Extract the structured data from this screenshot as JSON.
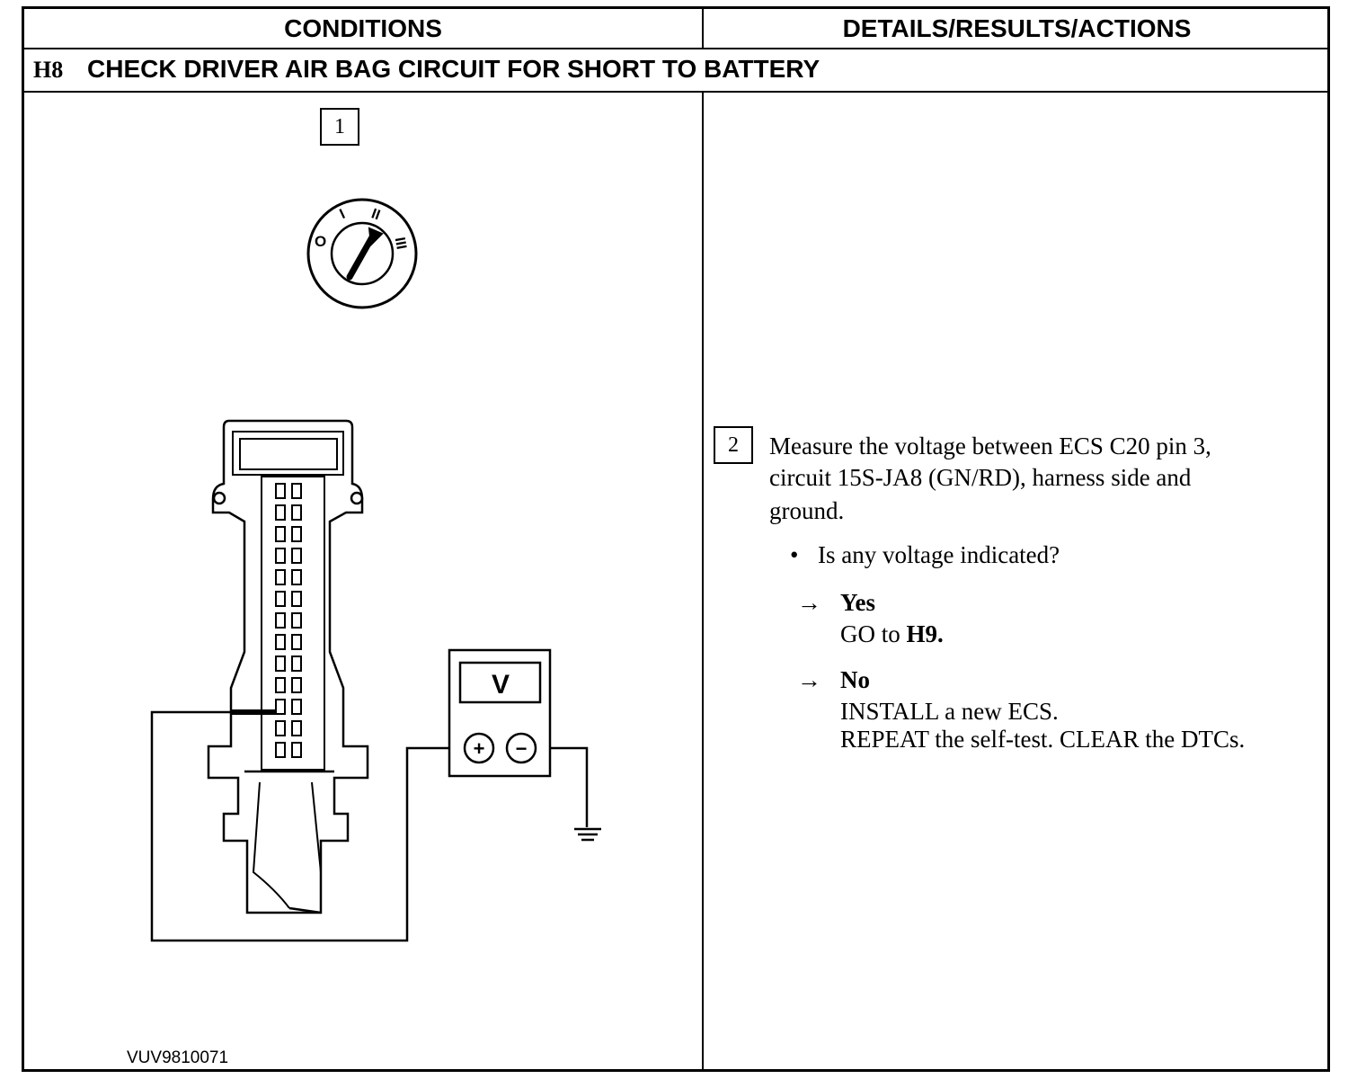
{
  "header": {
    "conditions": "CONDITIONS",
    "details": "DETAILS/RESULTS/ACTIONS"
  },
  "step": {
    "id": "H8",
    "title": "CHECK DRIVER AIR BAG CIRCUIT FOR SHORT TO BATTERY"
  },
  "figure": {
    "step1_number": "1",
    "ignition_positions": [
      "O",
      "I",
      "II",
      "III"
    ],
    "meter_label": "V",
    "plus_symbol": "+",
    "minus_symbol": "−",
    "figure_id": "VUV9810071"
  },
  "details": {
    "step2_number": "2",
    "instruction_lines": [
      "Measure the voltage between ECS C20 pin 3,",
      "circuit 15S-JA8 (GN/RD), harness side and",
      "ground."
    ],
    "question": "Is any voltage indicated?",
    "yes_label": "Yes",
    "yes_action_prefix": "GO to ",
    "yes_action_target": "H9.",
    "no_label": "No",
    "no_action_lines": [
      "INSTALL a new ECS.",
      "REPEAT the self-test. CLEAR the DTCs."
    ],
    "arrow": "→",
    "bullet": "•"
  }
}
